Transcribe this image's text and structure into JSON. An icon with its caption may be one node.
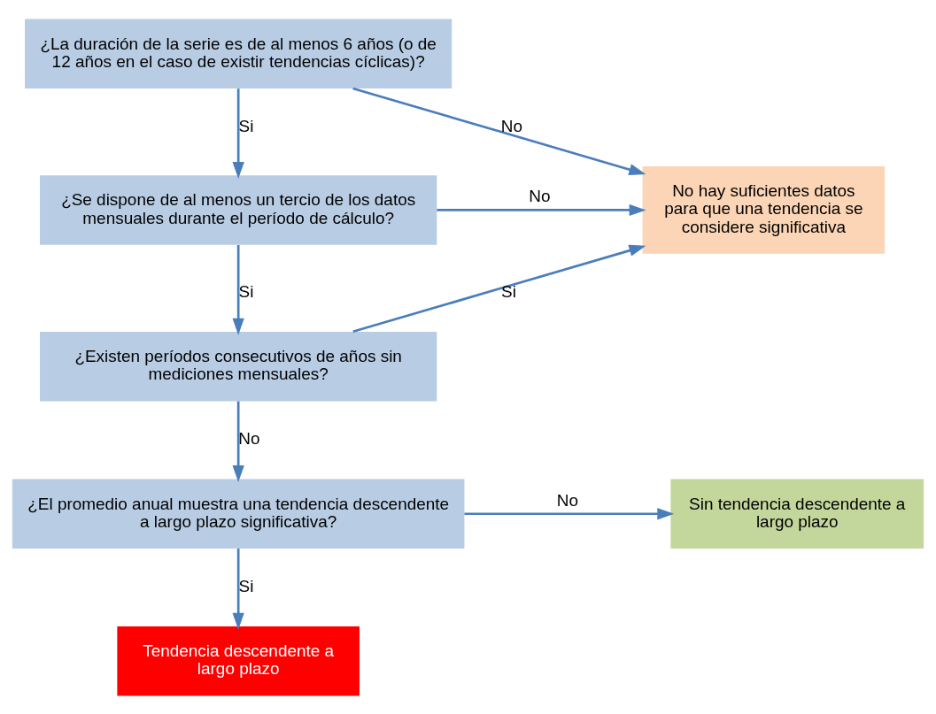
{
  "diagram": {
    "nodes": [
      {
        "text": [
          "¿La duración de la serie es de al menos 6 años (o de 12 años en el caso de existir tendencias cíclicas)?"
        ]
      },
      {
        "text": [
          "¿Se dispone de al menos un tercio de los datos mensuales durante el período de cálculo?"
        ]
      },
      {
        "text": [
          "¿Existen períodos consecutivos de años sin mediciones mensuales?"
        ]
      },
      {
        "text": [
          "¿El promedio anual muestra una tendencia descendente a largo plazo significativa?"
        ]
      },
      {
        "text": [
          "No hay suficientes datos para que una tendencia se considere significativa"
        ]
      },
      {
        "text": [
          "Sin tendencia descendente a largo plazo"
        ]
      },
      {
        "text": [
          "Tendencia descendente a largo plazo"
        ]
      }
    ],
    "edges": [
      {
        "from": 0,
        "to": 1,
        "arrow": "to",
        "label": "Si"
      },
      {
        "from": 0,
        "to": 4,
        "arrow": "to",
        "label": "No"
      },
      {
        "from": 1,
        "to": 2,
        "arrow": "to",
        "label": "Si"
      },
      {
        "from": 1,
        "to": 4,
        "arrow": "to",
        "label": "No"
      },
      {
        "from": 2,
        "to": 4,
        "arrow": "to",
        "label": "Si"
      },
      {
        "from": 2,
        "to": 3,
        "arrow": "to",
        "label": "No"
      },
      {
        "from": 3,
        "to": 5,
        "arrow": "to",
        "label": "No"
      },
      {
        "from": 3,
        "to": 6,
        "arrow": "to",
        "label": "Si"
      }
    ]
  }
}
